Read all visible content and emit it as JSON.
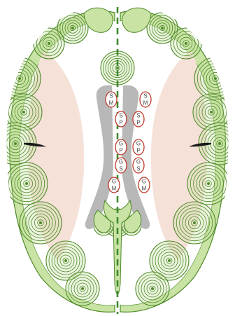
{
  "colors": {
    "background": "#ffffff",
    "cortex_fill": "#c8e3a3",
    "cortex_stroke": "#4f8a2a",
    "ring_stroke": "#4f8a2a",
    "inner_region": "#f6e1d9",
    "ventricle": "#b8b8b8",
    "midline": "#3f8a2e",
    "label_ring": "#c0392b",
    "label_text": "#444444",
    "sulcus": "#1a1a1a"
  },
  "labels": {
    "left": [
      {
        "top": "S",
        "bottom": "M"
      },
      {
        "top": "S",
        "bottom": "P"
      },
      {
        "top": "G",
        "bottom": "P"
      },
      {
        "top": "G",
        "bottom": "S"
      },
      {
        "top": "G",
        "bottom": "M"
      }
    ],
    "right": [
      {
        "top": "S",
        "bottom": "M"
      },
      {
        "top": "S",
        "bottom": "P"
      },
      {
        "top": "G",
        "bottom": "P"
      },
      {
        "top": "G",
        "bottom": "S"
      },
      {
        "top": "G",
        "bottom": "M"
      }
    ]
  }
}
